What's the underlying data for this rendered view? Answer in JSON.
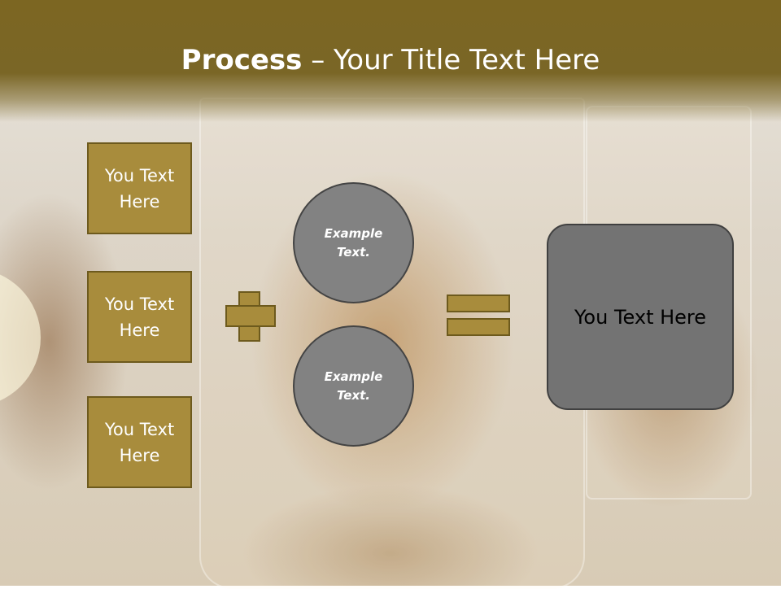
{
  "slide": {
    "title_bold": "Process",
    "title_dash": " – ",
    "title_rest": "Your Title Text Here"
  },
  "left_boxes": [
    {
      "text": "You Text Here"
    },
    {
      "text": "You Text Here"
    },
    {
      "text": "You Text Here"
    }
  ],
  "circles": [
    {
      "text": "Example Text."
    },
    {
      "text": "Example Text."
    }
  ],
  "result": {
    "text": "You Text Here"
  },
  "colors": {
    "title_band": "#7a6626",
    "box_fill": "#a88c3c",
    "box_border": "#6d5a1d",
    "circle_fill": "#828282",
    "result_fill": "#737373"
  },
  "icons": [
    "plus-sign",
    "equals-sign"
  ]
}
